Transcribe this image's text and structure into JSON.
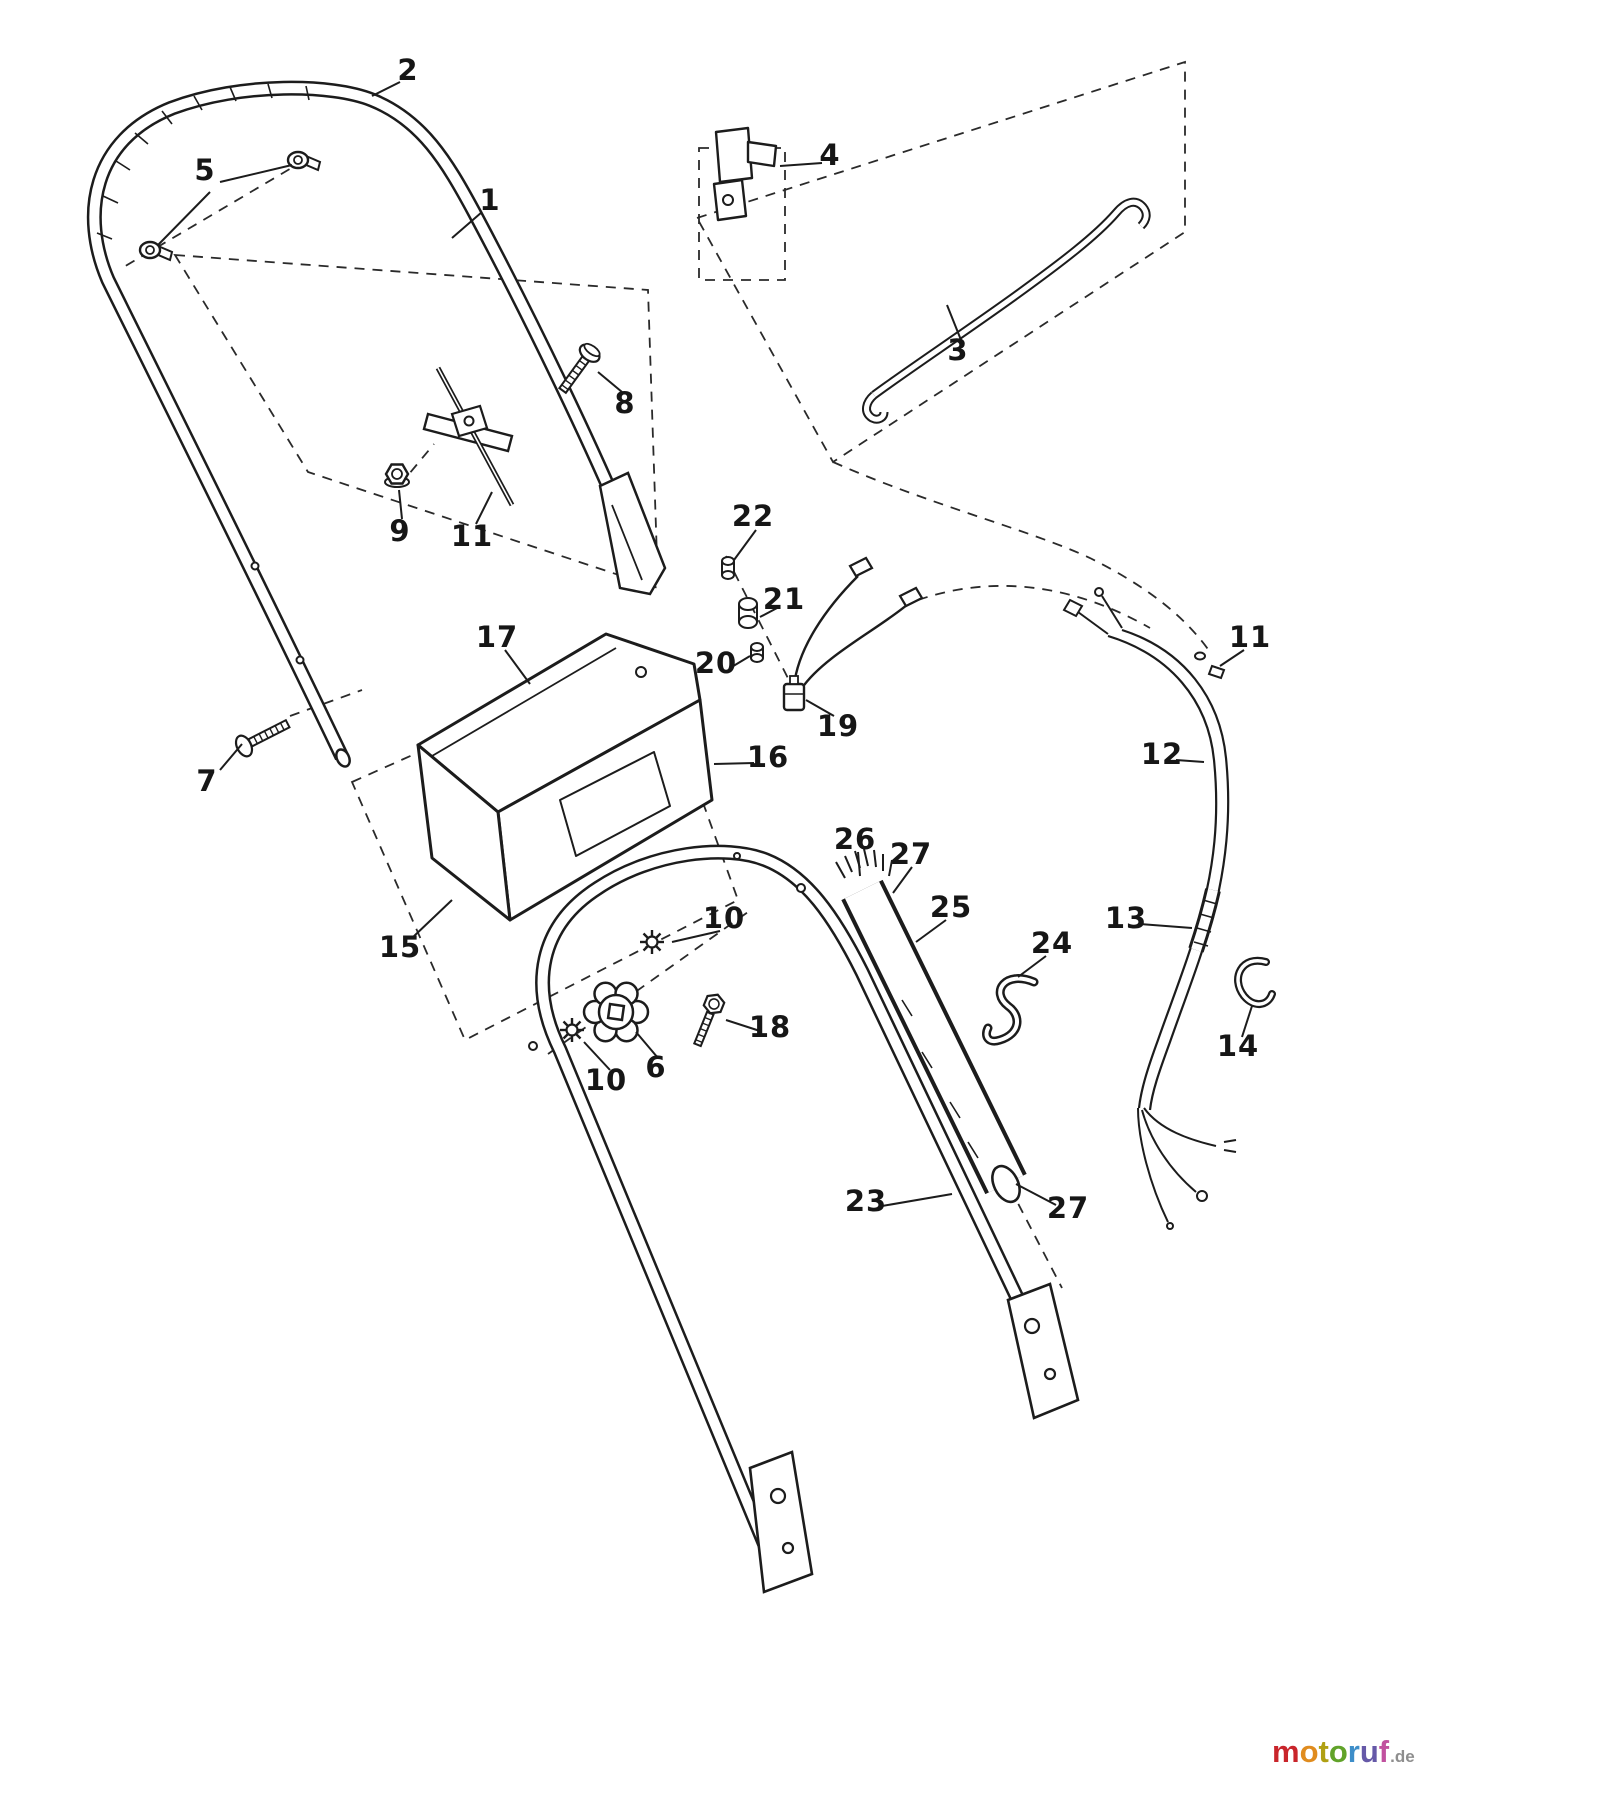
{
  "page": {
    "background": "#ffffff",
    "ink": "#1c1c1c"
  },
  "labels": [
    {
      "text": "2"
    },
    {
      "text": "5"
    },
    {
      "text": "1"
    },
    {
      "text": "4"
    },
    {
      "text": "3"
    },
    {
      "text": "8"
    },
    {
      "text": "9"
    },
    {
      "text": "11"
    },
    {
      "text": "22"
    },
    {
      "text": "21"
    },
    {
      "text": "17"
    },
    {
      "text": "20"
    },
    {
      "text": "19"
    },
    {
      "text": "11"
    },
    {
      "text": "16"
    },
    {
      "text": "12"
    },
    {
      "text": "7"
    },
    {
      "text": "26"
    },
    {
      "text": "27"
    },
    {
      "text": "25"
    },
    {
      "text": "13"
    },
    {
      "text": "24"
    },
    {
      "text": "15"
    },
    {
      "text": "10"
    },
    {
      "text": "14"
    },
    {
      "text": "18"
    },
    {
      "text": "10"
    },
    {
      "text": "6"
    },
    {
      "text": "23"
    },
    {
      "text": "27"
    }
  ],
  "watermark": {
    "letters": [
      {
        "ch": "m",
        "style": "color:#c9252b"
      },
      {
        "ch": "o",
        "style": "color:#e08c1f"
      },
      {
        "ch": "t",
        "style": "color:#b0a013"
      },
      {
        "ch": "o",
        "style": "color:#61a32a"
      },
      {
        "ch": "r",
        "style": "color:#3e8ec9"
      },
      {
        "ch": "u",
        "style": "color:#6659a8"
      },
      {
        "ch": "f",
        "style": "color:#c1519f"
      }
    ],
    "suffix": ".de"
  }
}
